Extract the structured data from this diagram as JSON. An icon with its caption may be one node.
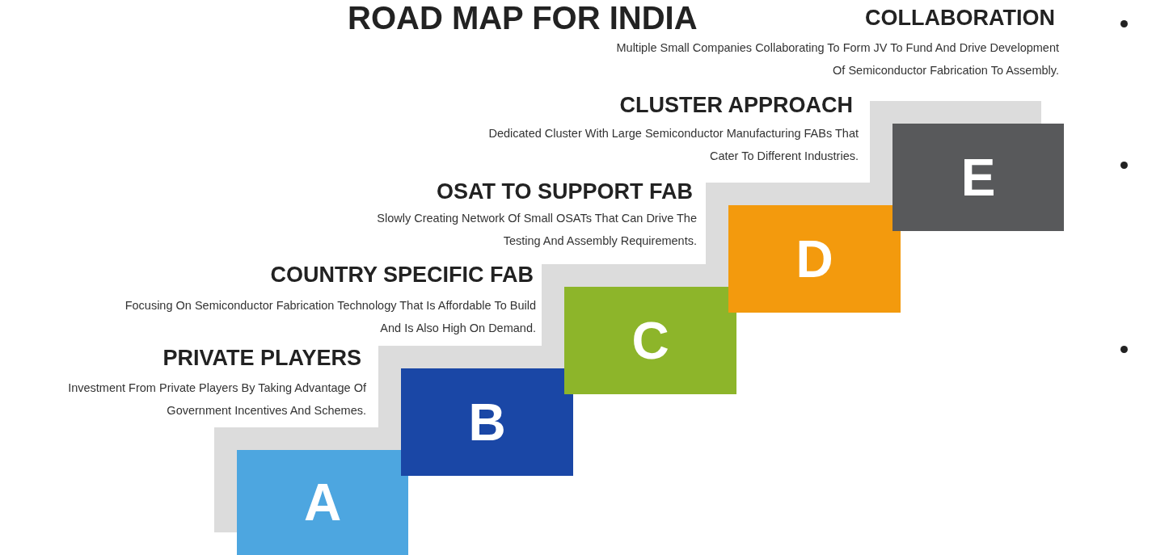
{
  "diagram": {
    "title": "ROAD MAP FOR INDIA",
    "nodes": [
      {
        "text": [
          "A"
        ],
        "beside": [
          "PRIVATE PLAYERS",
          "Investment From Private Players By Taking Advantage Of Government Incentives And Schemes."
        ]
      },
      {
        "text": [
          "B"
        ],
        "beside": [
          "COUNTRY SPECIFIC FAB",
          "Focusing On Semiconductor Fabrication Technology That Is Affordable To Build And Is Also High On Demand."
        ]
      },
      {
        "text": [
          "C"
        ],
        "beside": [
          "OSAT TO SUPPORT FAB",
          "Slowly Creating Network Of Small OSATs That Can Drive The Testing And Assembly Requirements."
        ]
      },
      {
        "text": [
          "D"
        ],
        "beside": [
          "CLUSTER APPROACH",
          "Dedicated Cluster With Large Semiconductor Manufacturing FABs That Cater To Different Industries."
        ]
      },
      {
        "text": [
          "E"
        ],
        "beside": [
          "COLLABORATION",
          "Multiple Small Companies Collaborating To Form JV To Fund And Drive Development Of Semiconductor Fabrication To Assembly."
        ]
      }
    ],
    "edges": []
  }
}
